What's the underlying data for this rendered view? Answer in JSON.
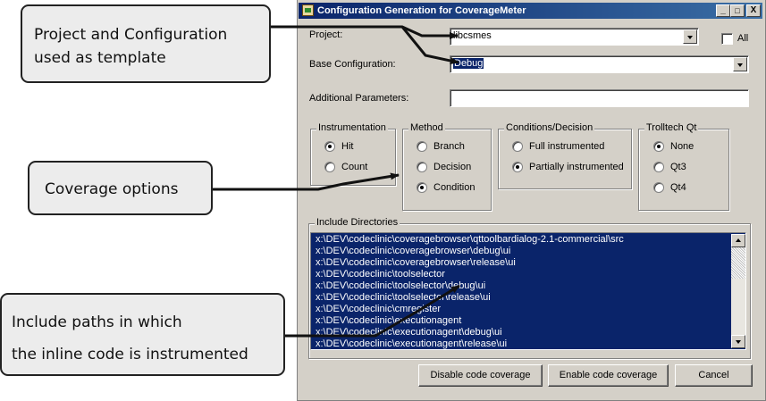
{
  "window": {
    "title": "Configuration Generation for CoverageMeter"
  },
  "controls": {
    "minimize": "_",
    "maximize": "□",
    "close": "X"
  },
  "project": {
    "label": "Project:",
    "value": "libcsmes",
    "all_label": "All"
  },
  "base_configuration": {
    "label": "Base Configuration:",
    "value": "Debug"
  },
  "additional_parameters": {
    "label": "Additional Parameters:",
    "value": ""
  },
  "instrumentation": {
    "title": "Instrumentation",
    "options": [
      "Hit",
      "Count"
    ],
    "selected": "Hit"
  },
  "method": {
    "title": "Method",
    "options": [
      "Branch",
      "Decision",
      "Condition"
    ],
    "selected": "Condition"
  },
  "conditions": {
    "title": "Conditions/Decision",
    "options": [
      "Full instrumented",
      "Partially instrumented"
    ],
    "selected": "Partially instrumented"
  },
  "trolltech": {
    "title": "Trolltech Qt",
    "options": [
      "None",
      "Qt3",
      "Qt4"
    ],
    "selected": "None"
  },
  "include_directories": {
    "title": "Include Directories",
    "items": [
      "x:\\DEV\\codeclinic\\coveragebrowser\\qttoolbardialog-2.1-commercial\\src",
      "x:\\DEV\\codeclinic\\coveragebrowser\\debug\\ui",
      "x:\\DEV\\codeclinic\\coveragebrowser\\release\\ui",
      "x:\\DEV\\codeclinic\\toolselector",
      "x:\\DEV\\codeclinic\\toolselector\\debug\\ui",
      "x:\\DEV\\codeclinic\\toolselector\\release\\ui",
      "x:\\DEV\\codeclinic\\cmregister",
      "x:\\DEV\\codeclinic\\executionagent",
      "x:\\DEV\\codeclinic\\executionagent\\debug\\ui",
      "x:\\DEV\\codeclinic\\executionagent\\release\\ui"
    ]
  },
  "buttons": {
    "disable": "Disable code coverage",
    "enable": "Enable code coverage",
    "cancel": "Cancel"
  },
  "callouts": {
    "template": [
      "Project and Configuration",
      "used as template"
    ],
    "coverage": [
      "Coverage options"
    ],
    "include": [
      "Include paths in which",
      "the inline code is instrumented"
    ]
  },
  "colors": {
    "titlebar": "#0a246a",
    "selection": "#0a246a",
    "dialog": "#d4d0c8",
    "callout": "#ececec"
  }
}
